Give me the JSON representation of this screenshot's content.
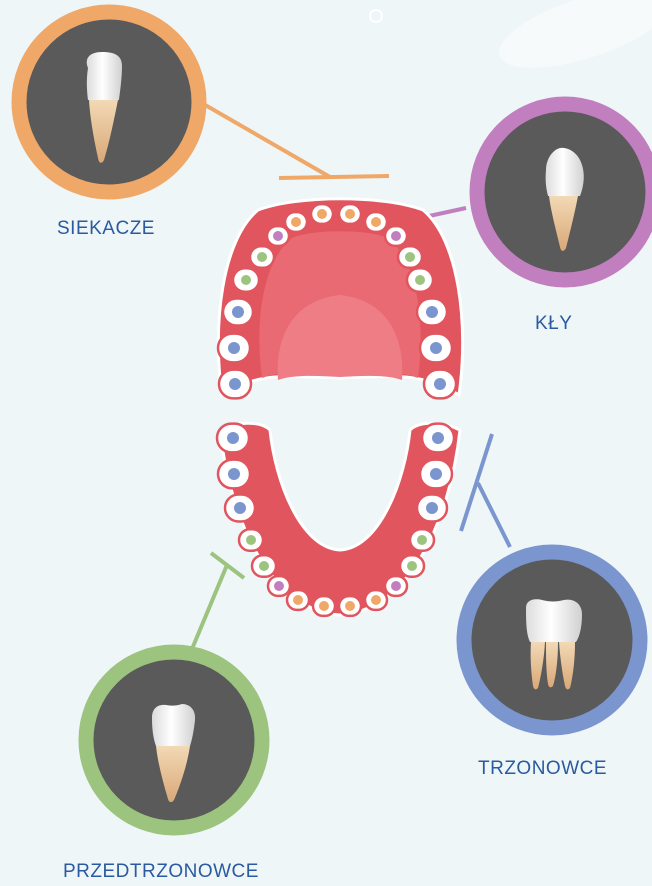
{
  "colors": {
    "background": "#eef6f8",
    "label_text": "#2a5aa0",
    "incisor_ring": "#f0a868",
    "canine_ring": "#c17fc0",
    "molar_ring": "#7b95cf",
    "premolar_ring": "#9cc47f",
    "circle_inner": "#5a5a5a",
    "gum": "#e0555e",
    "tooth_white": "#ffffff"
  },
  "labels": {
    "incisors": "SIEKACZE",
    "canines": "KŁY",
    "molars": "TRZONOWCE",
    "premolars": "PRZEDTRZONOWCE"
  },
  "icons": {
    "incisors": "incisor-tooth-icon",
    "canines": "canine-tooth-icon",
    "molars": "molar-tooth-icon",
    "premolars": "premolar-tooth-icon"
  }
}
